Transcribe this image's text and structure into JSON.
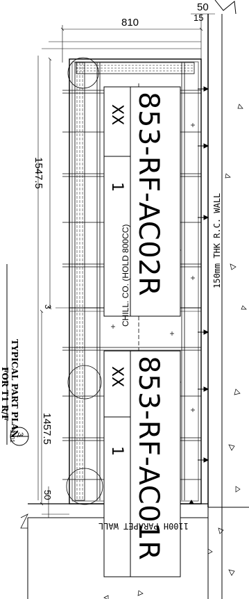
{
  "dimensions": {
    "top_810": "810",
    "top_50": "50",
    "top_15": "15",
    "left_1547": "1547.5",
    "left_1457": "1457.5",
    "left_50": "50",
    "left_3": "3"
  },
  "equipment": [
    {
      "tag": "853-RF-AC02R",
      "qty_label": "XX",
      "qty_value": "1"
    },
    {
      "tag": "853-RF-AC01R",
      "qty_label": "XX",
      "qty_value": "1"
    }
  ],
  "labels": {
    "side_wall": "150mm THK R.C. WALL",
    "bottom_wall": "1100H PARAPET WALL",
    "center_note": "CHILL. CO. (HOLD 800CC)"
  },
  "title_block": {
    "line1": "TYPICAL PART PLAN",
    "line2": "FOR T1 R/F",
    "bubble_top": "3",
    "bubble_bottom": "2101"
  }
}
